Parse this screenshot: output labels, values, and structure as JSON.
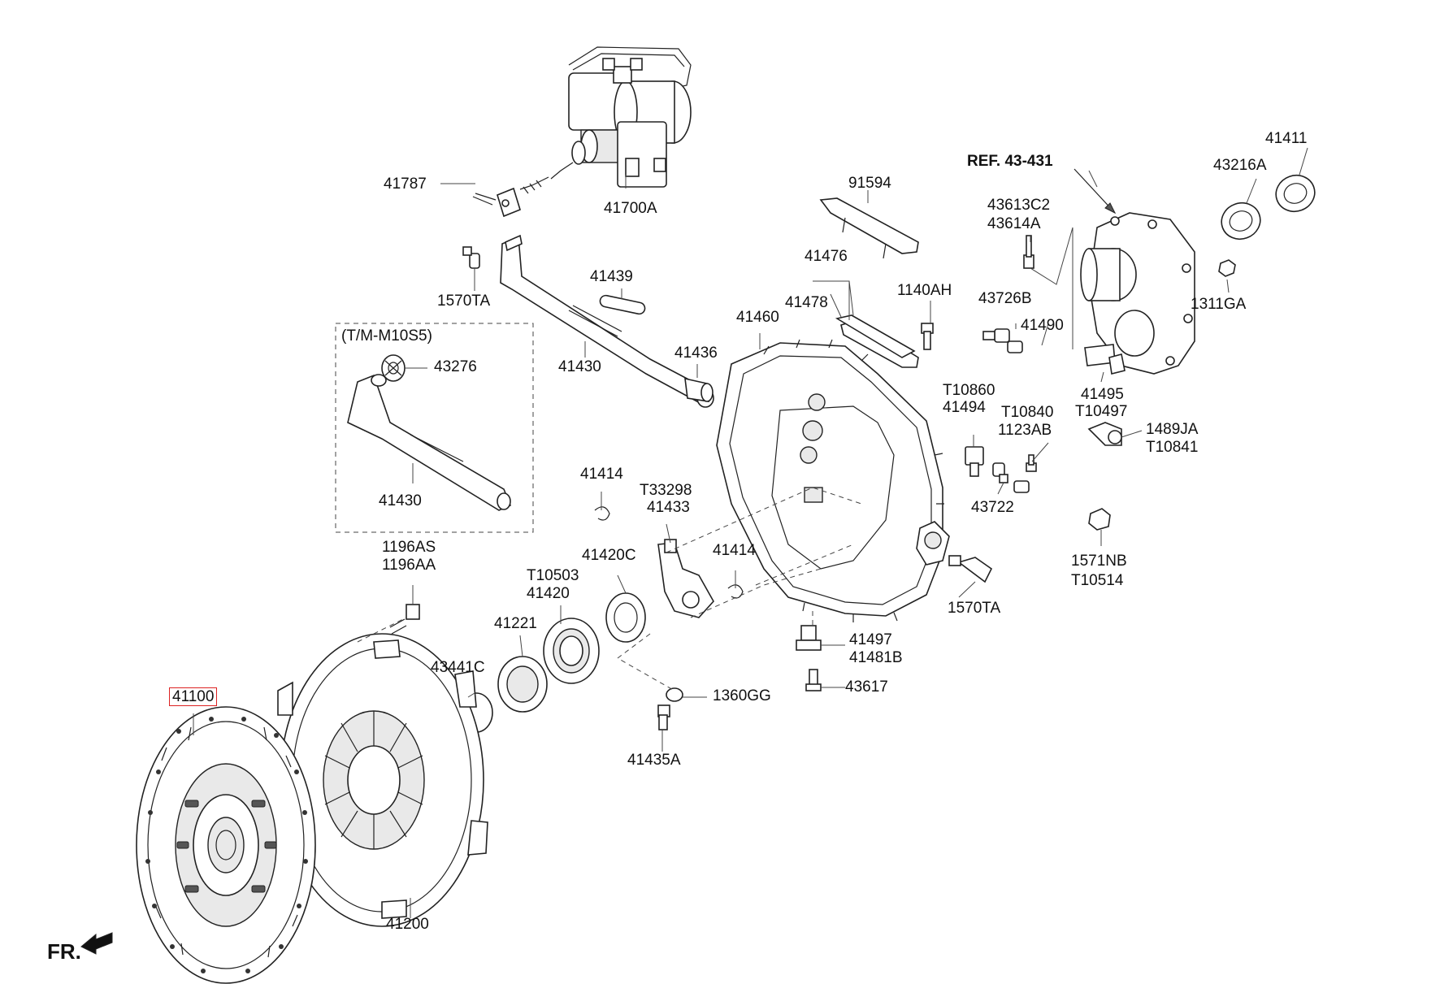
{
  "diagram": {
    "ref_label": "REF. 43-431",
    "variant_box_label": "(T/M-M10S5)",
    "front_marker": "FR.",
    "highlighted_part": "41100",
    "parts": [
      {
        "id": "p41787",
        "text": "41787"
      },
      {
        "id": "p41700A",
        "text": "41700A"
      },
      {
        "id": "p1570TA_a",
        "text": "1570TA"
      },
      {
        "id": "p41439",
        "text": "41439"
      },
      {
        "id": "p41430_a",
        "text": "41430"
      },
      {
        "id": "p41436",
        "text": "41436"
      },
      {
        "id": "p43276",
        "text": "43276"
      },
      {
        "id": "p41430_b",
        "text": "41430"
      },
      {
        "id": "p91594",
        "text": "91594"
      },
      {
        "id": "p41476",
        "text": "41476"
      },
      {
        "id": "p41478",
        "text": "41478"
      },
      {
        "id": "p41460",
        "text": "41460"
      },
      {
        "id": "p1140AH",
        "text": "1140AH"
      },
      {
        "id": "p43613C2",
        "text": "43613C2"
      },
      {
        "id": "p43614A",
        "text": "43614A"
      },
      {
        "id": "p43726B",
        "text": "43726B"
      },
      {
        "id": "p41490",
        "text": "41490"
      },
      {
        "id": "p43216A",
        "text": "43216A"
      },
      {
        "id": "p41411",
        "text": "41411"
      },
      {
        "id": "p1311GA",
        "text": "1311GA"
      },
      {
        "id": "p41495",
        "text": "41495"
      },
      {
        "id": "pT10497",
        "text": "T10497"
      },
      {
        "id": "pT10860",
        "text": "T10860"
      },
      {
        "id": "p41494",
        "text": "41494"
      },
      {
        "id": "pT10840",
        "text": "T10840"
      },
      {
        "id": "p1123AB",
        "text": "1123AB"
      },
      {
        "id": "p1489JA",
        "text": "1489JA"
      },
      {
        "id": "pT10841",
        "text": "T10841"
      },
      {
        "id": "p43722",
        "text": "43722"
      },
      {
        "id": "p1571NB",
        "text": "1571NB"
      },
      {
        "id": "pT10514",
        "text": "T10514"
      },
      {
        "id": "p41414_a",
        "text": "41414"
      },
      {
        "id": "pT33298",
        "text": "T33298"
      },
      {
        "id": "p41433",
        "text": "41433"
      },
      {
        "id": "p41414_b",
        "text": "41414"
      },
      {
        "id": "p1570TA_b",
        "text": "1570TA"
      },
      {
        "id": "p1196AS",
        "text": "1196AS"
      },
      {
        "id": "p1196AA",
        "text": "1196AA"
      },
      {
        "id": "pT10503",
        "text": "T10503"
      },
      {
        "id": "p41420",
        "text": "41420"
      },
      {
        "id": "p41420C",
        "text": "41420C"
      },
      {
        "id": "p41221",
        "text": "41221"
      },
      {
        "id": "p43441C",
        "text": "43441C"
      },
      {
        "id": "p41497",
        "text": "41497"
      },
      {
        "id": "p41481B",
        "text": "41481B"
      },
      {
        "id": "p43617",
        "text": "43617"
      },
      {
        "id": "p1360GG",
        "text": "1360GG"
      },
      {
        "id": "p41435A",
        "text": "41435A"
      },
      {
        "id": "p41100",
        "text": "41100"
      },
      {
        "id": "p41200",
        "text": "41200"
      }
    ]
  }
}
